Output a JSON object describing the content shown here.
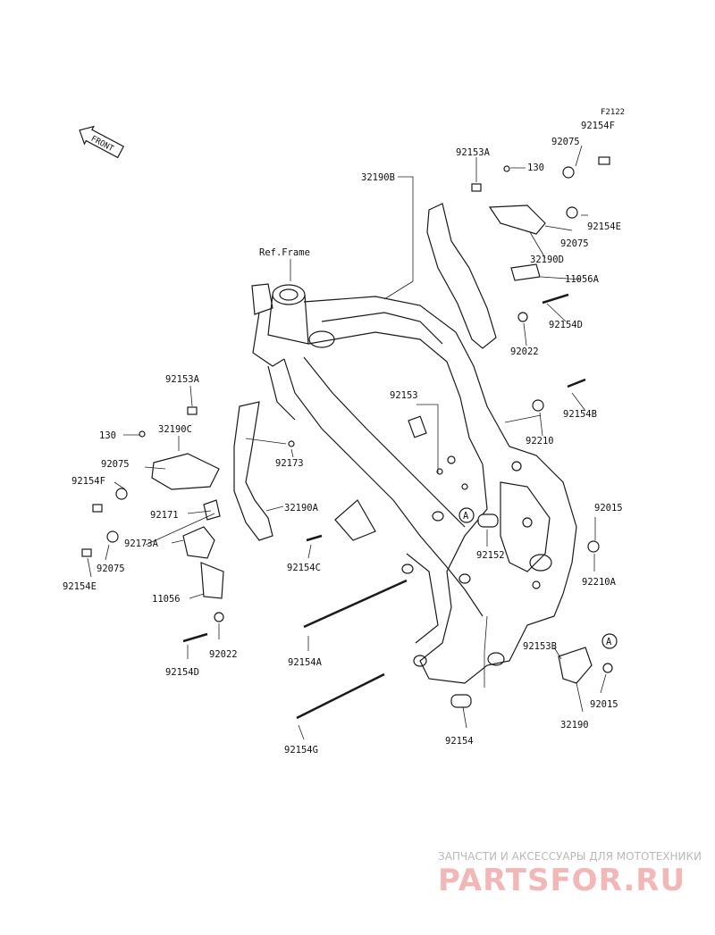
{
  "figure_code": "F2122",
  "front_label": "FRONT",
  "ref_frame": "Ref.Frame",
  "callout_letter": "A",
  "labels": {
    "p92154F_r": "92154F",
    "p92075_r1": "92075",
    "p92153A_r": "92153A",
    "p130_r": "130",
    "p32190B": "32190B",
    "p92154E_r": "92154E",
    "p92075_r2": "92075",
    "p32190D": "32190D",
    "p11056A": "11056A",
    "p92154D_r": "92154D",
    "p92022_r": "92022",
    "p92153": "92153",
    "p92154B": "92154B",
    "p92210": "92210",
    "p92153A_l": "92153A",
    "p130_l": "130",
    "p32190C": "32190C",
    "p92075_l1": "92075",
    "p92154F_l": "92154F",
    "p92173": "92173",
    "p92171": "92171",
    "p32190A": "32190A",
    "p92173A": "92173A",
    "p92075_l2": "92075",
    "p92154E_l": "92154E",
    "p92154C": "92154C",
    "p92152": "92152",
    "p92015_r1": "92015",
    "p92210A": "92210A",
    "p11056": "11056",
    "p92022_l": "92022",
    "p92154D_l": "92154D",
    "p92154A": "92154A",
    "p92153B": "92153B",
    "p92015_r2": "92015",
    "p32190": "32190",
    "p92154": "92154",
    "p92154G": "92154G"
  },
  "watermark": {
    "tagline": "ЗАПЧАСТИ И АКСЕССУАРЫ ДЛЯ МОТОТЕХНИКИ",
    "brand": "PARTSFOR.RU"
  }
}
